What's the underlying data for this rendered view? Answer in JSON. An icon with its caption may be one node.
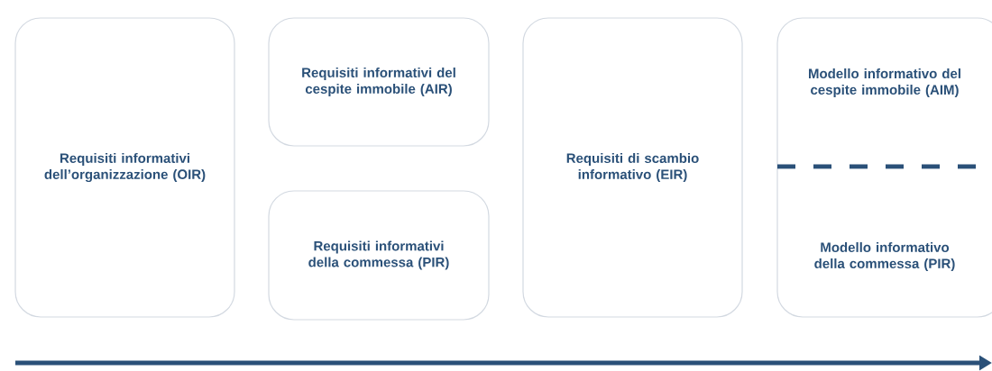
{
  "diagram": {
    "nodes": [
      {
        "text": [
          "Requisiti informativi dell’organizzazione (OIR)"
        ]
      },
      {
        "text": [
          "Requisiti informativi del cespite immobile (AIR)"
        ]
      },
      {
        "text": [
          "Requisiti informativi della commessa (PIR)"
        ]
      },
      {
        "text": [
          "Requisiti di scambio informativo (EIR)"
        ]
      },
      {
        "text": [
          "Modello informativo del cespite immobile (AIM)",
          "Modello informativo della commessa (PIR)"
        ]
      }
    ]
  }
}
